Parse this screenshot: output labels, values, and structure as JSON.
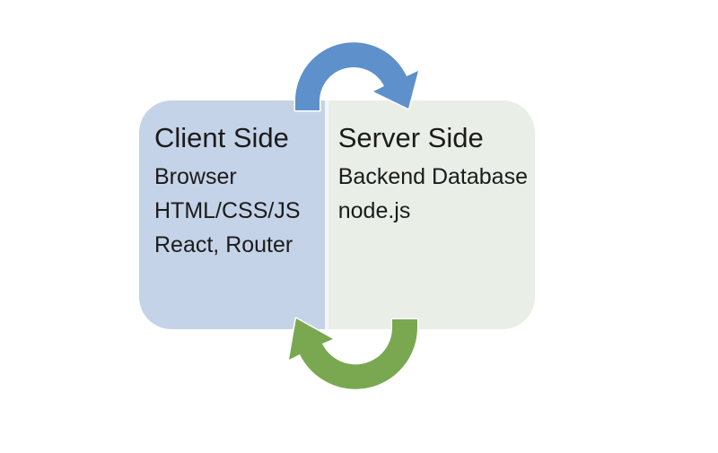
{
  "panels": {
    "client": {
      "title": "Client Side",
      "items": [
        "Browser",
        "HTML/CSS/JS",
        "React, Router"
      ]
    },
    "server": {
      "title": "Server Side",
      "items": [
        "Backend Database",
        "node.js"
      ]
    }
  },
  "arrows": {
    "client_to_server": {
      "color": "#5e90cb",
      "direction": "left-to-right-over-top"
    },
    "server_to_client": {
      "color": "#79a851",
      "direction": "right-to-left-under-bottom"
    }
  },
  "colors": {
    "client_panel": "#c5d3e8",
    "server_panel": "#e9eee7",
    "divider": "#f3f6f9",
    "text": "#1b1b1b",
    "background": "#ffffff"
  }
}
